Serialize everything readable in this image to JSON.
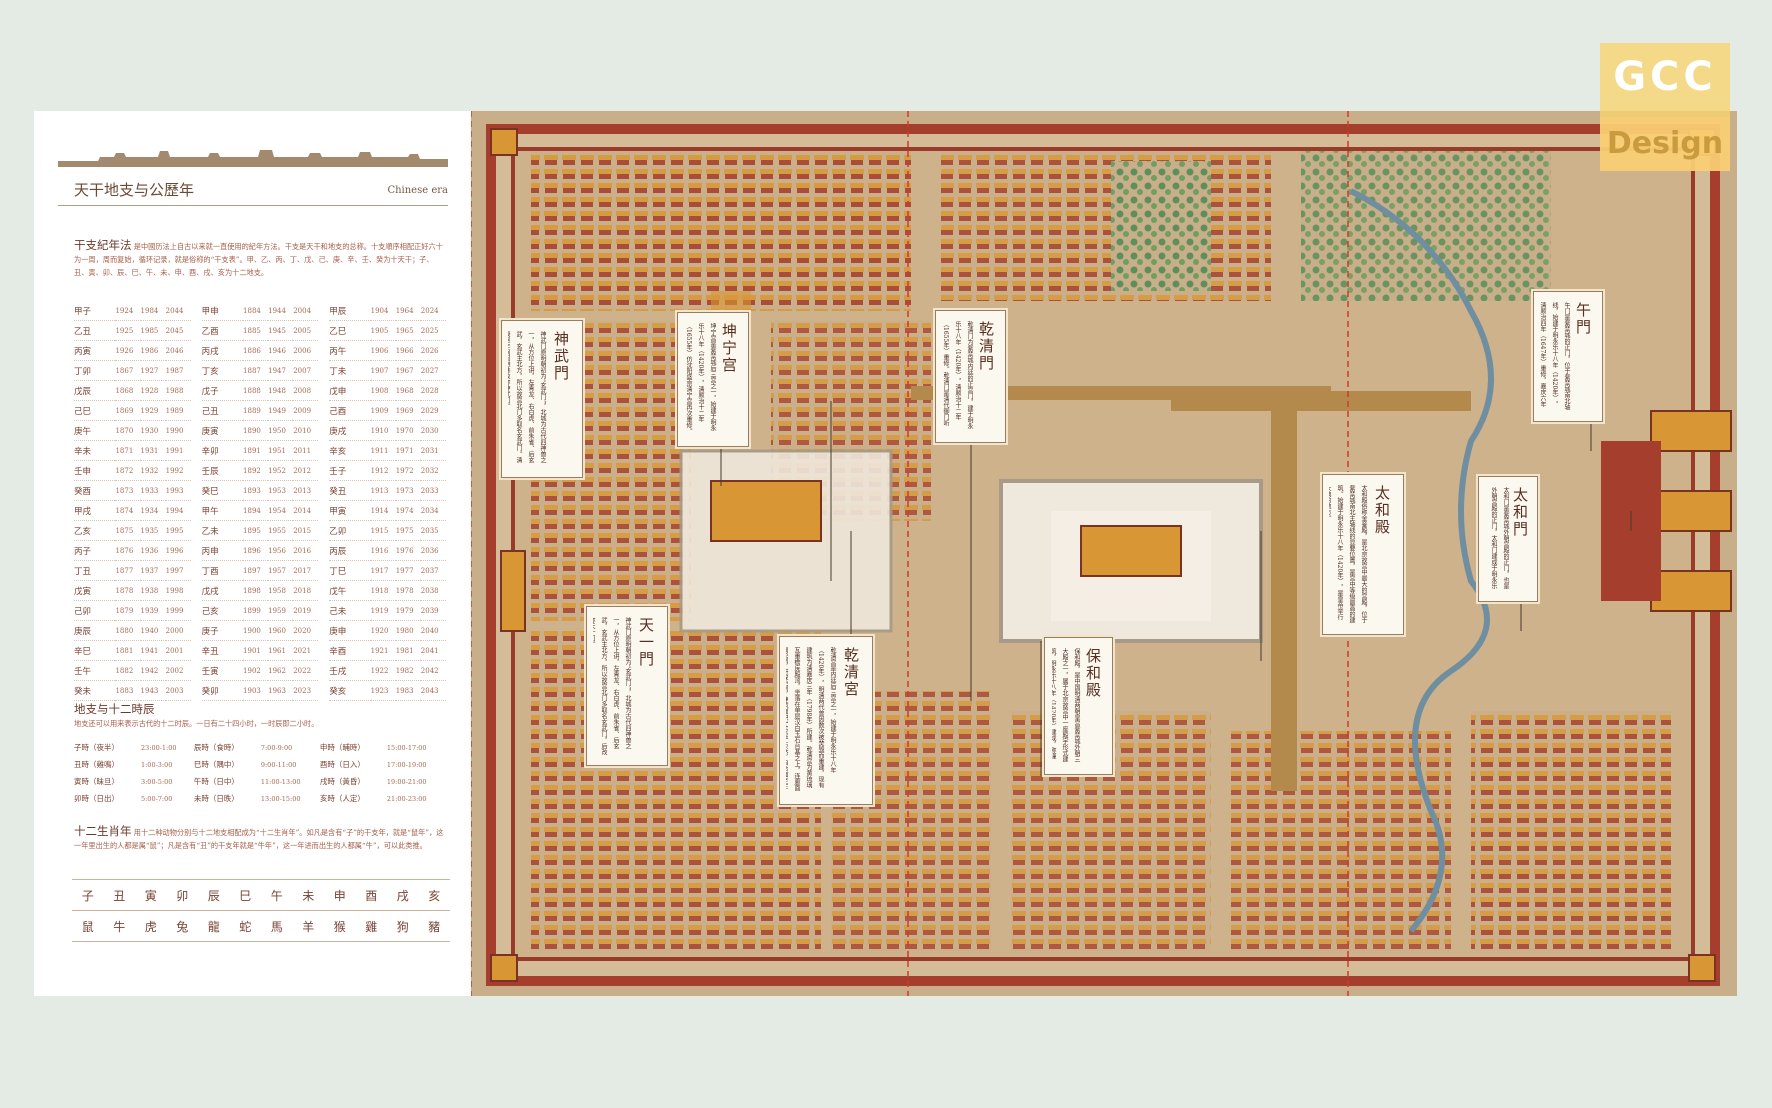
{
  "left_page": {
    "title_cn": "天干地支与公歷年",
    "title_en": "Chinese era",
    "section1": {
      "heading": "干支紀年法",
      "text": "是中國历法上自古以来就一直使用的紀年方法。干支是天干和地支的总称。十支順序相配正好六十为一周，周而复始，循环记录，就是俗称的“干支表”。甲、乙、丙、丁、戊、己、庚、辛、壬、癸为十天干；子、丑、寅、卯、辰、巳、午、未、申、酉、戌、亥为十二地支。"
    },
    "era_table": [
      [
        "甲子",
        "1924",
        "1984",
        "2044",
        "甲申",
        "1884",
        "1944",
        "2004",
        "甲辰",
        "1904",
        "1964",
        "2024"
      ],
      [
        "乙丑",
        "1925",
        "1985",
        "2045",
        "乙酉",
        "1885",
        "1945",
        "2005",
        "乙巳",
        "1905",
        "1965",
        "2025"
      ],
      [
        "丙寅",
        "1926",
        "1986",
        "2046",
        "丙戌",
        "1886",
        "1946",
        "2006",
        "丙午",
        "1906",
        "1966",
        "2026"
      ],
      [
        "丁卯",
        "1867",
        "1927",
        "1987",
        "丁亥",
        "1887",
        "1947",
        "2007",
        "丁未",
        "1907",
        "1967",
        "2027"
      ],
      [
        "戊辰",
        "1868",
        "1928",
        "1988",
        "戊子",
        "1888",
        "1948",
        "2008",
        "戊申",
        "1908",
        "1968",
        "2028"
      ],
      [
        "己巳",
        "1869",
        "1929",
        "1989",
        "己丑",
        "1889",
        "1949",
        "2009",
        "己酉",
        "1909",
        "1969",
        "2029"
      ],
      [
        "庚午",
        "1870",
        "1930",
        "1990",
        "庚寅",
        "1890",
        "1950",
        "2010",
        "庚戌",
        "1910",
        "1970",
        "2030"
      ],
      [
        "辛未",
        "1871",
        "1931",
        "1991",
        "辛卯",
        "1891",
        "1951",
        "2011",
        "辛亥",
        "1911",
        "1971",
        "2031"
      ],
      [
        "壬申",
        "1872",
        "1932",
        "1992",
        "壬辰",
        "1892",
        "1952",
        "2012",
        "壬子",
        "1912",
        "1972",
        "2032"
      ],
      [
        "癸酉",
        "1873",
        "1933",
        "1993",
        "癸巳",
        "1893",
        "1953",
        "2013",
        "癸丑",
        "1913",
        "1973",
        "2033"
      ],
      [
        "甲戌",
        "1874",
        "1934",
        "1994",
        "甲午",
        "1894",
        "1954",
        "2014",
        "甲寅",
        "1914",
        "1974",
        "2034"
      ],
      [
        "乙亥",
        "1875",
        "1935",
        "1995",
        "乙未",
        "1895",
        "1955",
        "2015",
        "乙卯",
        "1915",
        "1975",
        "2035"
      ],
      [
        "丙子",
        "1876",
        "1936",
        "1996",
        "丙申",
        "1896",
        "1956",
        "2016",
        "丙辰",
        "1916",
        "1976",
        "2036"
      ],
      [
        "丁丑",
        "1877",
        "1937",
        "1997",
        "丁酉",
        "1897",
        "1957",
        "2017",
        "丁巳",
        "1917",
        "1977",
        "2037"
      ],
      [
        "戊寅",
        "1878",
        "1938",
        "1998",
        "戊戌",
        "1898",
        "1958",
        "2018",
        "戊午",
        "1918",
        "1978",
        "2038"
      ],
      [
        "己卯",
        "1879",
        "1939",
        "1999",
        "己亥",
        "1899",
        "1959",
        "2019",
        "己未",
        "1919",
        "1979",
        "2039"
      ],
      [
        "庚辰",
        "1880",
        "1940",
        "2000",
        "庚子",
        "1900",
        "1960",
        "2020",
        "庚申",
        "1920",
        "1980",
        "2040"
      ],
      [
        "辛巳",
        "1881",
        "1941",
        "2001",
        "辛丑",
        "1901",
        "1961",
        "2021",
        "辛酉",
        "1921",
        "1981",
        "2041"
      ],
      [
        "壬午",
        "1882",
        "1942",
        "2002",
        "壬寅",
        "1902",
        "1962",
        "2022",
        "壬戌",
        "1922",
        "1982",
        "2042"
      ],
      [
        "癸未",
        "1883",
        "1943",
        "2003",
        "癸卯",
        "1903",
        "1963",
        "2023",
        "癸亥",
        "1923",
        "1983",
        "2043"
      ]
    ],
    "section2": {
      "heading": "地支与十二時辰",
      "text": "地支还可以用来表示古代的十二时辰。一日有二十四小时，一时辰即二小时。"
    },
    "hours_table": [
      [
        "子時（夜半）",
        "23:00-1:00",
        "辰時（食時）",
        "7:00-9:00",
        "申時（晡時）",
        "15:00-17:00"
      ],
      [
        "丑時（雞鳴）",
        "1:00-3:00",
        "巳時（隅中）",
        "9:00-11:00",
        "酉時（日入）",
        "17:00-19:00"
      ],
      [
        "寅時（昧旦）",
        "3:00-5:00",
        "午時（日中）",
        "11:00-13:00",
        "戌時（黃昏）",
        "19:00-21:00"
      ],
      [
        "卯時（日出）",
        "5:00-7:00",
        "未時（日昳）",
        "13:00-15:00",
        "亥時（人定）",
        "21:00-23:00"
      ]
    ],
    "section3": {
      "heading": "十二生肖年",
      "text": "用十二种动物分别与十二地支相配成为“十二生肖年”。如凡是含有“子”的干支年，就是“鼠年”，这一年里出生的人都是属“鼠”；凡是含有“丑”的干支年就是“牛年”，这一年进而出生的人都属“牛”，可以此类推。"
    },
    "zodiac_branches": [
      "子",
      "丑",
      "寅",
      "卯",
      "辰",
      "巳",
      "午",
      "未",
      "申",
      "酉",
      "戌",
      "亥"
    ],
    "zodiac_animals": [
      "鼠",
      "牛",
      "虎",
      "兔",
      "龍",
      "蛇",
      "馬",
      "羊",
      "猴",
      "雞",
      "狗",
      "豬"
    ]
  },
  "logo": {
    "top": "GCC",
    "bottom": "Design"
  },
  "map_labels": [
    {
      "name": "神武門",
      "desc": "神武门原明朝初为“玄武门”，北城为古代四神兽之一，从方位上讲，左青龙、右白虎、前朱雀、后玄武，玄武主北方，所以故宫北门多取名玄武门。清康熙年间因避讳改称神武门。"
    },
    {
      "name": "坤宁宫",
      "desc": "坤宁宫是紫禁城后三宫之一，始建于明永乐十八年（1420年），清顺治十二年（1655年）仿沈阳盛京清宁宫再次重修。"
    },
    {
      "name": "乾清門",
      "desc": "乾清门为紫禁城内廷的正宫门，建于明永乐十八年（1420年），清顺治十二年（1655年）重修。乾清门是清代御门听政之处，是皇帝处理政务的地方。"
    },
    {
      "name": "天一門",
      "desc": "神武门原明朝初为“玄武门”，北城为古代四神兽之一，从方位上讲，左青龙、右白虎、前朱雀、后玄武，玄武主北方，所以故宫北门多取名玄武门，后改称天一门。"
    },
    {
      "name": "乾清宮",
      "desc": "乾清宫是内廷后三宫之一，始建于明永乐十八年（1420年），明清两代曾因数次被焚毁而重建，现有建筑为清嘉庆三年（1798年）所建。乾清宫为黄琉璃瓦重檐庑殿顶，坐落在单层汉白玉石台基之上，连廊面阔9间，进深5间，建筑面积1400平方米，自台面至正脊高20余米，檐角置脊兽9个。"
    },
    {
      "name": "保和殿",
      "desc": "保和殿，是中国明清两朝皇宫紫禁城外朝三大殿之一，属于北京故宫中一座殿宇形式建筑，明永乐十八年（1420年）建成，称谨身殿，嘉靖时遭火灾，重修后改称建极殿。"
    },
    {
      "name": "太和殿",
      "desc": "太和殿俗称金銮殿，是北京故宫中最大的宫殿，位于紫禁城南北主轴线的显要位置，是宫中等级最高的建筑。始建于明永乐十八年（1420年），是皇帝举行大典的地方。"
    },
    {
      "name": "太和門",
      "desc": "太和门是紫禁城外朝宫殿的正门，也是外朝宫殿的正门，太和门建成于明永乐十八年，当时称奉天门。"
    },
    {
      "name": "午門",
      "desc": "午门是紫禁城的正门，位于紫禁城南北轴线，始建于明永乐十八年（1420年），清顺治四年（1647年）重修，嘉庆六年（1801年）再修。"
    }
  ]
}
